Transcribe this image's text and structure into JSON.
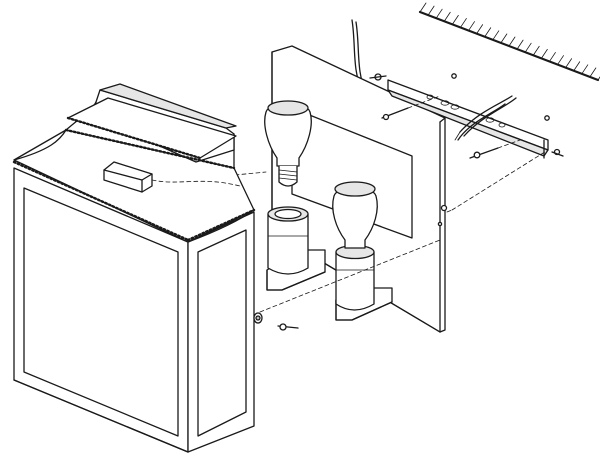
{
  "figure": {
    "subject": "",
    "colors": {
      "line": "#1a1a1a",
      "paper": "#ffffff",
      "shade": "#e6e6e6",
      "dark_shade": "#bdbdbd"
    },
    "parts": [
      "ceiling-hatch",
      "supply-wire",
      "mounting-plate",
      "crossbar-bracket",
      "bracket-screw",
      "wire-leads",
      "bulb",
      "socket",
      "lantern-housing",
      "lantern-roof",
      "ballast-box",
      "side-set-screw"
    ]
  }
}
